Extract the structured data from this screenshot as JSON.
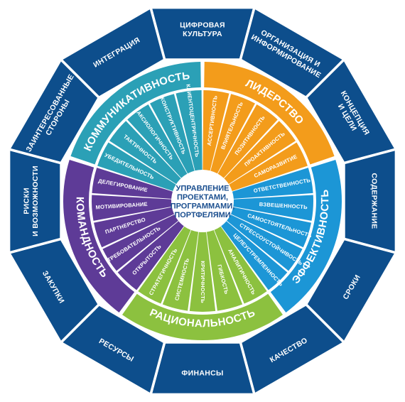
{
  "colors": {
    "outer_fill": "#0d4e8c",
    "outer_border": "#ffffff",
    "leadership": "#f39c1b",
    "efficiency": "#1c96d6",
    "rationality": "#8cc13f",
    "teamwork": "#5e3b97",
    "communication": "#2ba0b6",
    "center_text": "#1b4f8f"
  },
  "center": {
    "lines": [
      "УПРАВЛЕНИЕ",
      "ПРОЕКТАМИ,",
      "ПРОГРАММАМИ,",
      "ПОРТФЕЛЯМИ"
    ]
  },
  "outer_ring": [
    {
      "id": "culture",
      "lines": [
        "ЦИФРОВАЯ",
        "КУЛЬТУРА"
      ]
    },
    {
      "id": "org",
      "lines": [
        "ОРГАНИЗАЦИЯ И",
        "ИНФОРМИРОВАНИЕ"
      ]
    },
    {
      "id": "concept",
      "lines": [
        "КОНЦЕПЦИЯ",
        "И ЦЕЛИ"
      ]
    },
    {
      "id": "content",
      "lines": [
        "СОДЕРЖАНИЕ"
      ]
    },
    {
      "id": "terms",
      "lines": [
        "СРОКИ"
      ]
    },
    {
      "id": "quality",
      "lines": [
        "КАЧЕСТВО"
      ]
    },
    {
      "id": "finance",
      "lines": [
        "ФИНАНСЫ"
      ]
    },
    {
      "id": "resources",
      "lines": [
        "РЕСУРСЫ"
      ]
    },
    {
      "id": "procurement",
      "lines": [
        "ЗАКУПКИ"
      ]
    },
    {
      "id": "risks",
      "lines": [
        "РИСКИ",
        "И ВОЗМОЖНОСТИ"
      ]
    },
    {
      "id": "stakeholders",
      "lines": [
        "ЗАИНТЕРЕСОВАННЫЕ",
        "СТОРОНЫ"
      ]
    },
    {
      "id": "integration",
      "lines": [
        "ИНТЕГРАЦИЯ"
      ]
    }
  ],
  "sectors": [
    {
      "id": "leadership",
      "title": "ЛИДЕРСТВО",
      "color_key": "leadership",
      "skills": [
        "АССЕРТИВНОСТЬ",
        "ВЛИЯТЕЛЬНОСТЬ",
        "ПОЗИТИВНОСТЬ",
        "ПРОАКТИВНОСТЬ",
        "САМОРАЗВИТИЕ"
      ]
    },
    {
      "id": "efficiency",
      "title": "ЭФФЕКТИВНОСТЬ",
      "color_key": "efficiency",
      "skills": [
        "ОТВЕТСТВЕННОСТЬ",
        "ВЗВЕШЕННОСТЬ",
        "САМОСТОЯТЕЛЬНОСТЬ",
        "СТРЕССОУСТОЙЧИВОСТЬ",
        "ЦЕЛЕУСТРЕМЛЕННОСТЬ"
      ]
    },
    {
      "id": "rationality",
      "title": "РАЦИОНАЛЬНОСТЬ",
      "color_key": "rationality",
      "skills": [
        "АНАЛИТИЧНОСТЬ",
        "ГИБКОСТЬ",
        "КРИТИЧНОСТЬ",
        "СИСТЕМНОСТЬ",
        "СТРАТЕГИЧНОСТЬ"
      ]
    },
    {
      "id": "teamwork",
      "title": "КОМАНДНОСТЬ",
      "color_key": "teamwork",
      "skills": [
        "ОТКРЫТОСТЬ",
        "ТРЕБОВАТЕЛЬНОСТЬ",
        "ПАРТНЕРСТВО",
        "МОТИВИРОВАНИЕ",
        "ДЕЛЕГИРОВАНИЕ"
      ]
    },
    {
      "id": "communication",
      "title": "КОММУНИКАТИВНОСТЬ",
      "color_key": "communication",
      "skills": [
        "УБЕДИТЕЛЬНОСТЬ",
        "ТАКТИЧНОСТЬ",
        "АКСИОЛОГИЧНОСТЬ",
        "КОНСТРУКТИВНОСТЬ",
        "КЛИЕНТОЦЕНТРИЧНОСТЬ"
      ]
    }
  ]
}
